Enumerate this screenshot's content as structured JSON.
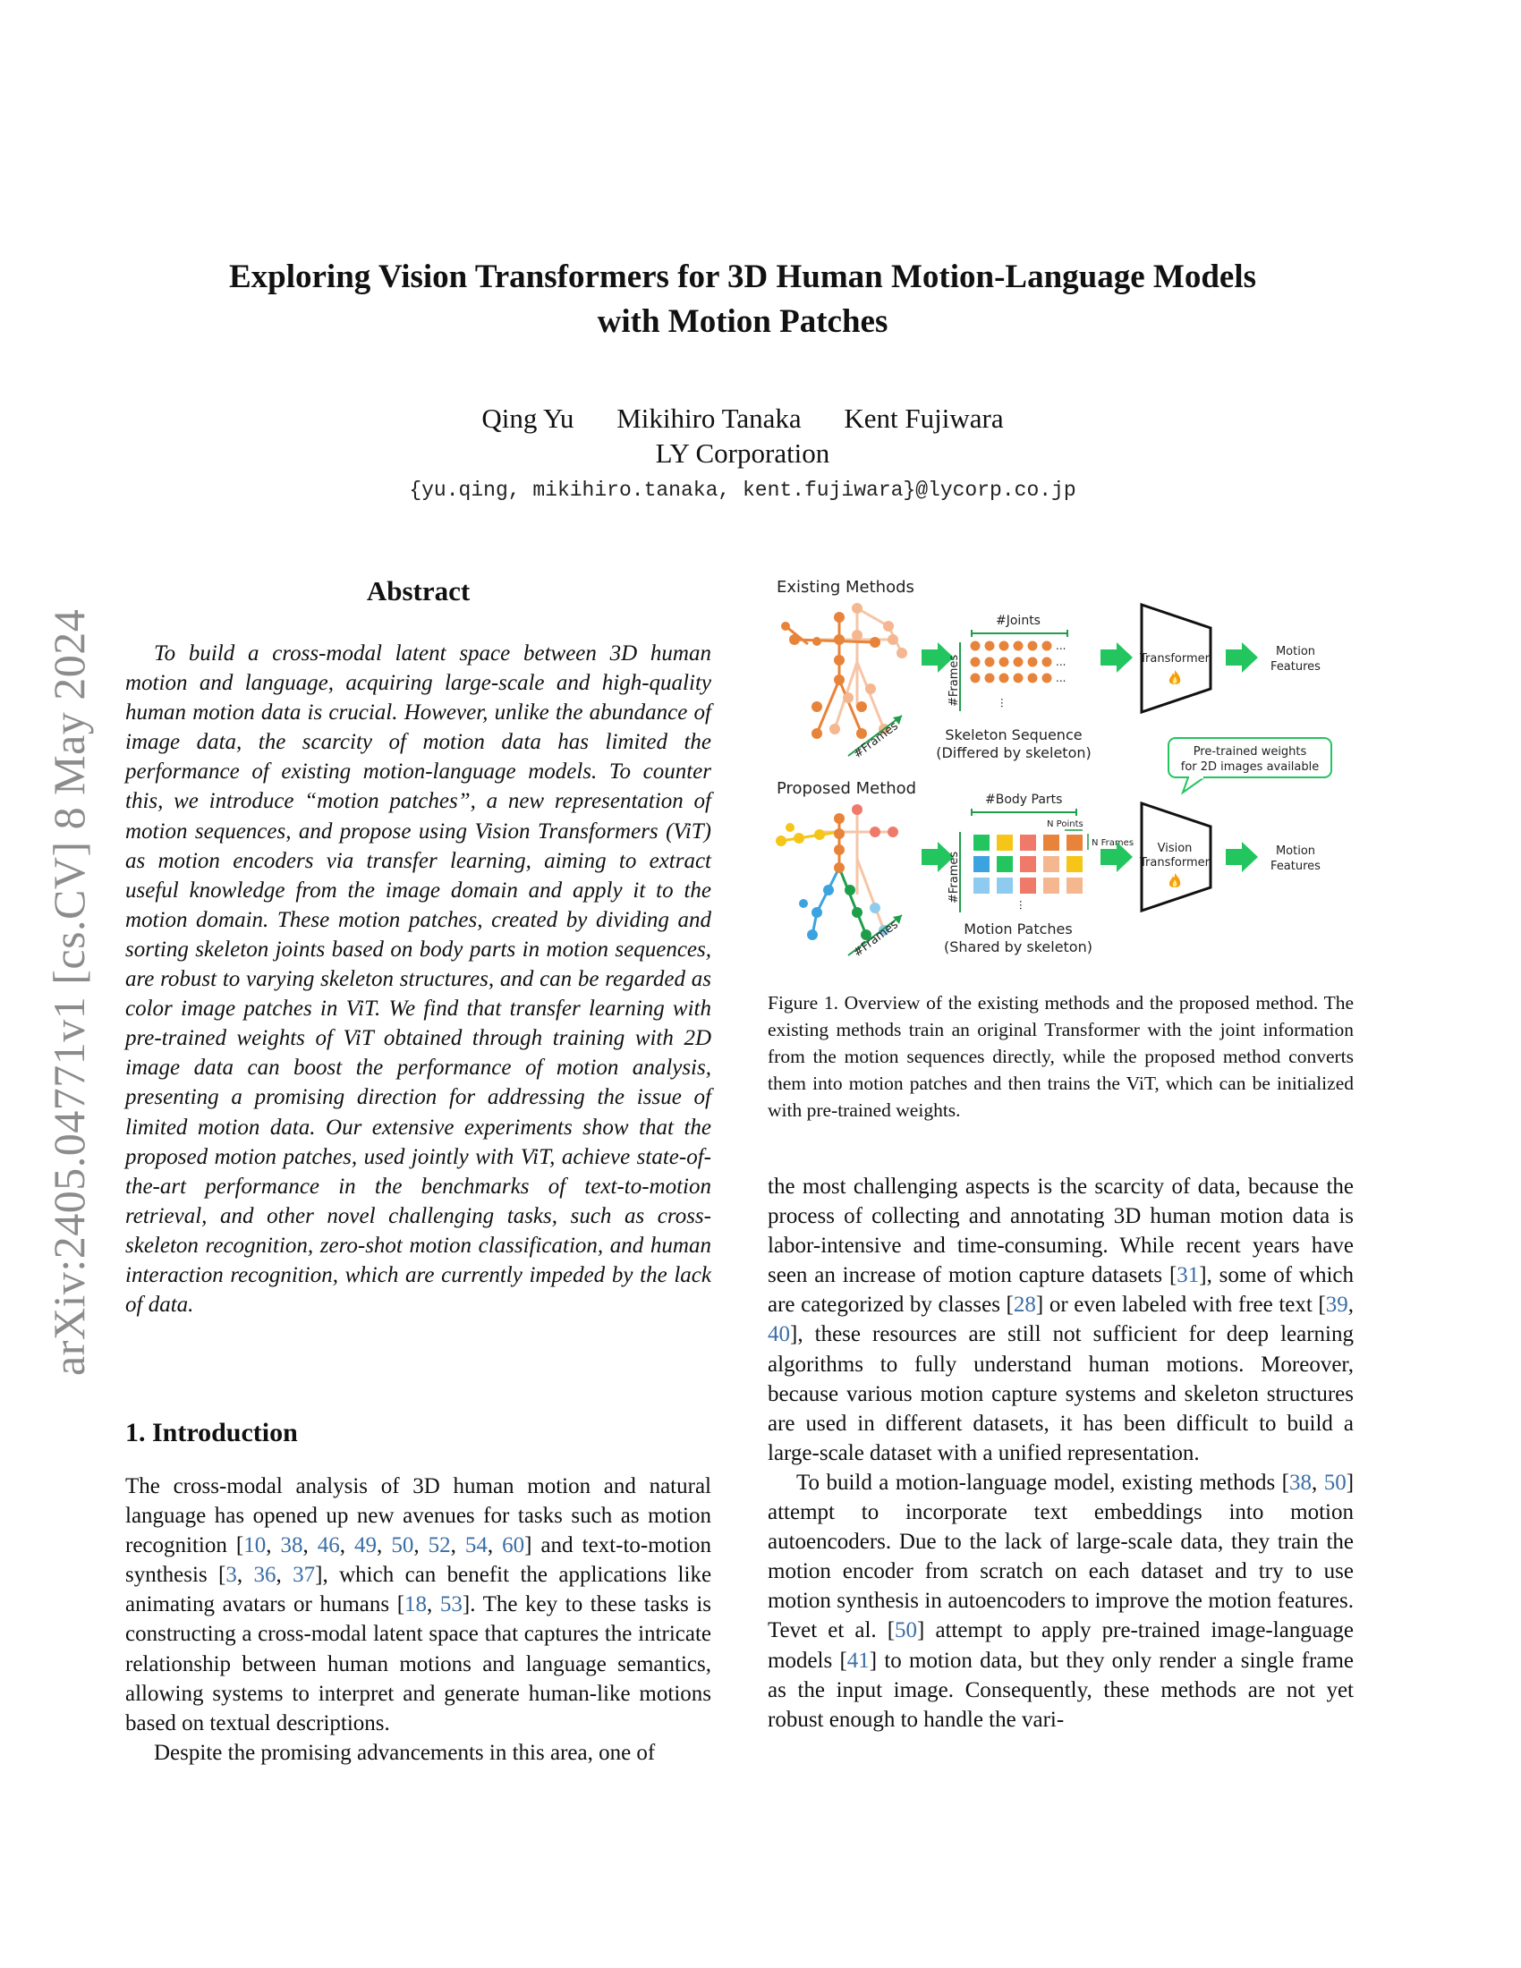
{
  "arxiv_stamp": "arXiv:2405.04771v1  [cs.CV]  8 May 2024",
  "title_line1": "Exploring Vision Transformers for 3D Human Motion-Language Models",
  "title_line2": "with Motion Patches",
  "authors": [
    "Qing Yu",
    "Mikihiro Tanaka",
    "Kent Fujiwara"
  ],
  "affiliation": "LY Corporation",
  "email": "{yu.qing, mikihiro.tanaka, kent.fujiwara}@lycorp.co.jp",
  "abstract": {
    "heading": "Abstract",
    "text": "To build a cross-modal latent space between 3D human motion and language, acquiring large-scale and high-quality human motion data is crucial. However, unlike the abundance of image data, the scarcity of motion data has limited the performance of existing motion-language models. To counter this, we introduce “motion patches”, a new representation of motion sequences, and propose using Vision Transformers (ViT) as motion encoders via transfer learning, aiming to extract useful knowledge from the image domain and apply it to the motion domain. These motion patches, created by dividing and sorting skeleton joints based on body parts in motion sequences, are robust to varying skeleton structures, and can be regarded as color image patches in ViT. We find that transfer learning with pre-trained weights of ViT obtained through training with 2D image data can boost the performance of motion analysis, presenting a promising direction for addressing the issue of limited motion data. Our extensive experiments show that the proposed motion patches, used jointly with ViT, achieve state-of-the-art performance in the benchmarks of text-to-motion retrieval, and other novel challenging tasks, such as cross-skeleton recognition, zero-shot motion classification, and human interaction recognition, which are currently impeded by the lack of data."
  },
  "intro": {
    "heading": "1. Introduction",
    "p1": {
      "a": "The cross-modal analysis of 3D human motion and natural language has opened up new avenues for tasks such as motion recognition [",
      "c1": [
        "10",
        "38",
        "46",
        "49",
        "50",
        "52",
        "54",
        "60"
      ],
      "b": "] and text-to-motion synthesis [",
      "c2": [
        "3",
        "36",
        "37"
      ],
      "c": "], which can benefit the applications like animating avatars or humans [",
      "c3": [
        "18",
        "53"
      ],
      "d": "]. The key to these tasks is constructing a cross-modal latent space that captures the intricate relationship between human motions and language semantics, allowing systems to interpret and generate human-like motions based on textual descriptions."
    },
    "p2": "Despite the promising advancements in this area, one of",
    "p3": {
      "a": "the most challenging aspects is the scarcity of data, because the process of collecting and annotating 3D human motion data is labor-intensive and time-consuming. While recent years have seen an increase of motion capture datasets [",
      "c1": "31",
      "b": "], some of which are categorized by classes [",
      "c2": "28",
      "c": "] or even labeled with free text [",
      "c3": [
        "39",
        "40"
      ],
      "d": "], these resources are still not sufficient for deep learning algorithms to fully understand human motions. Moreover, because various motion capture systems and skeleton structures are used in different datasets, it has been difficult to build a large-scale dataset with a unified representation."
    },
    "p4": {
      "a": "To build a motion-language model, existing methods [",
      "c1": [
        "38",
        "50"
      ],
      "b": "] attempt to incorporate text embeddings into motion autoencoders. Due to the lack of large-scale data, they train the motion encoder from scratch on each dataset and try to use motion synthesis in autoencoders to improve the motion features. Tevet et al. [",
      "c2": "50",
      "c": "] attempt to apply pre-trained image-language models [",
      "c3": "41",
      "d": "] to motion data, but they only render a single frame as the input image. Consequently, these methods are not yet robust enough to handle the vari-"
    }
  },
  "figure": {
    "existing_label": "Existing Methods",
    "proposed_label": "Proposed Method",
    "joints_label": "#Joints",
    "frames_label": "#Frames",
    "body_parts_label": "#Body Parts",
    "n_points_label": "N Points",
    "n_frames_label": "N Frames",
    "skeleton_seq_label": "Skeleton Sequence",
    "skeleton_seq_sub": "(Differed by skeleton)",
    "motion_patches_label": "Motion Patches",
    "motion_patches_sub": "(Shared by skeleton)",
    "transformer_label": "Transformer",
    "vision_label": "Vision",
    "pretrained_line1": "Pre-trained weights",
    "pretrained_line2": "for 2D images available",
    "motion_label": "Motion",
    "features_label": "Features",
    "ellipsis": "...",
    "fire_icon": "fire-icon",
    "colors": {
      "green": "#22c55e",
      "orange": "#e8833a",
      "peach": "#f4b790",
      "yellow": "#f5c518",
      "blue": "#3ba4e0",
      "darkgreen": "#1f9e4a",
      "salmon": "#f07a6a",
      "lightblue": "#8fcbee"
    },
    "caption": "Figure 1.  Overview of the existing methods and the proposed method. The existing methods train an original Transformer with the joint information from the motion sequences directly, while the proposed method converts them into motion patches and then trains the ViT, which can be initialized with pre-trained weights."
  }
}
